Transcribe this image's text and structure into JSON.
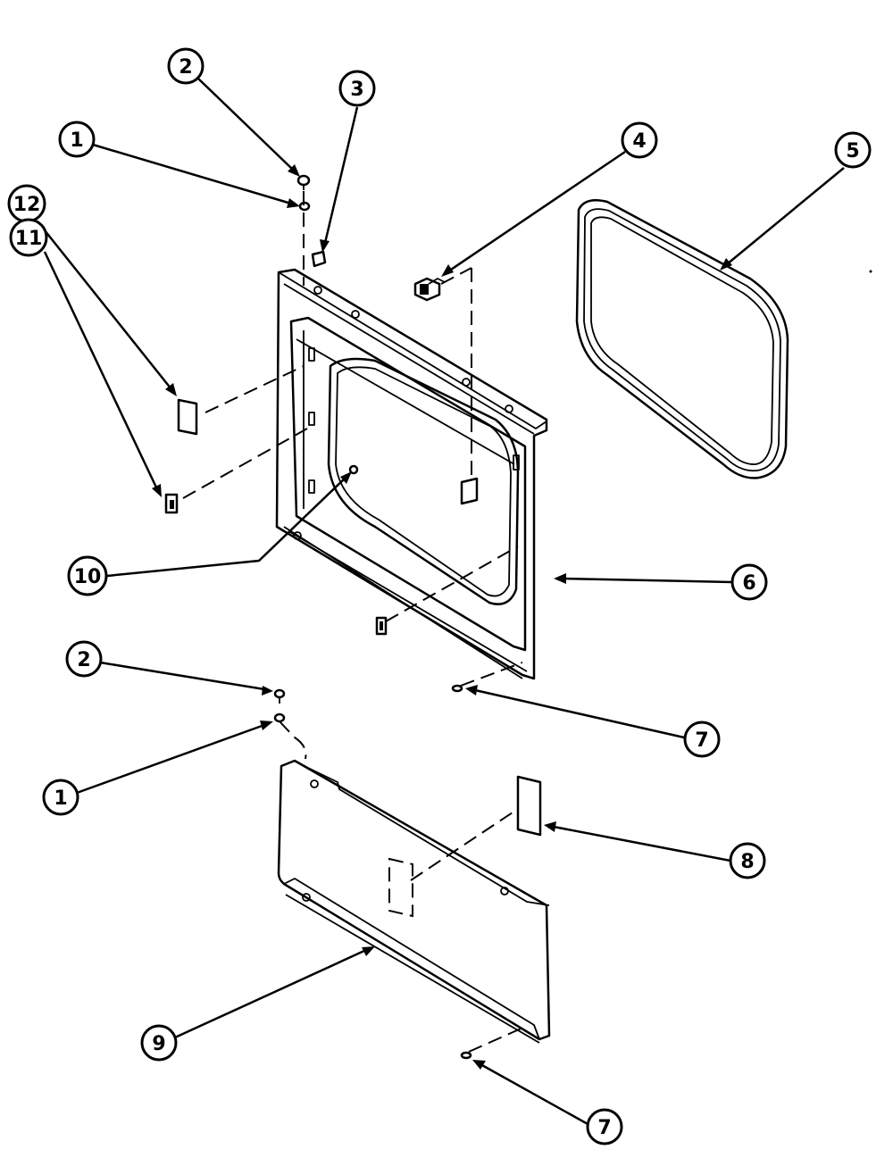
{
  "diagram": {
    "colors": {
      "line": "#000000",
      "background": "#ffffff"
    },
    "callouts": [
      {
        "id": "c2a",
        "label": "2"
      },
      {
        "id": "c3",
        "label": "3"
      },
      {
        "id": "c1a",
        "label": "1"
      },
      {
        "id": "c4",
        "label": "4"
      },
      {
        "id": "c5",
        "label": "5"
      },
      {
        "id": "c12",
        "label": "12"
      },
      {
        "id": "c11",
        "label": "11"
      },
      {
        "id": "c10",
        "label": "10"
      },
      {
        "id": "c6",
        "label": "6"
      },
      {
        "id": "c2b",
        "label": "2"
      },
      {
        "id": "c7a",
        "label": "7"
      },
      {
        "id": "c1b",
        "label": "1"
      },
      {
        "id": "c8",
        "label": "8"
      },
      {
        "id": "c9",
        "label": "9"
      },
      {
        "id": "c7b",
        "label": "7"
      }
    ]
  }
}
